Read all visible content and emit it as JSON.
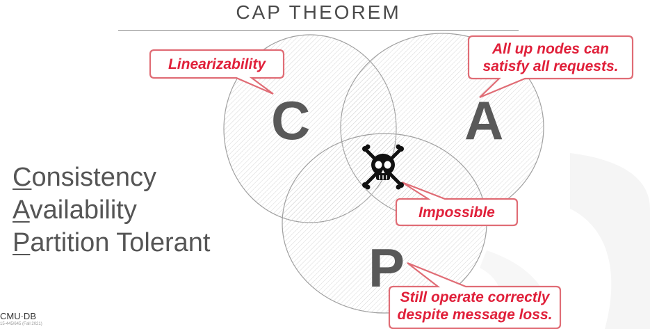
{
  "title": "CAP THEOREM",
  "acronym": {
    "consistency": {
      "initial": "C",
      "rest": "onsistency"
    },
    "availability": {
      "initial": "A",
      "rest": "vailability"
    },
    "partition": {
      "initial": "P",
      "rest": "artition Tolerant"
    }
  },
  "circles": {
    "c_letter": "C",
    "a_letter": "A",
    "p_letter": "P"
  },
  "callouts": {
    "c": "Linearizability",
    "a": [
      "All up nodes can",
      "satisfy all requests."
    ],
    "center": "Impossible",
    "p": [
      "Still operate correctly",
      "despite message loss."
    ]
  },
  "footer": {
    "logo": "CMU·DB",
    "course": "15-445/645 (Fall 2021)"
  },
  "colors": {
    "accent_text": "#e0203a",
    "callout_border": "#e06c75",
    "circle_stroke": "#9a9a9a"
  },
  "icons": [
    "skull-crossbones-icon"
  ]
}
